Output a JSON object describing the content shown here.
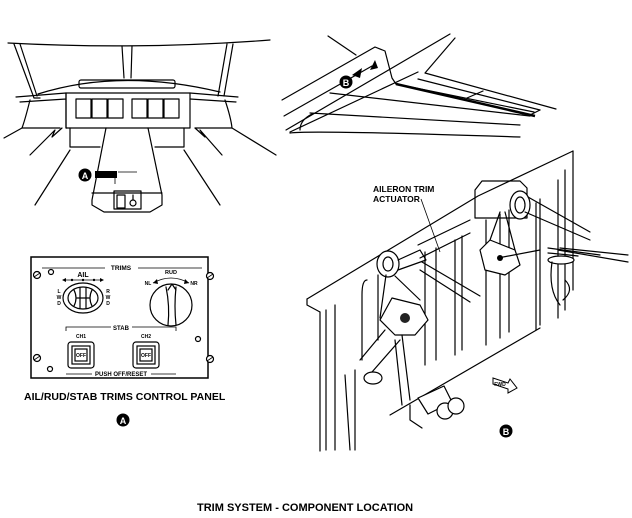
{
  "figure": {
    "title": "TRIM SYSTEM - COMPONENT LOCATION"
  },
  "views": {
    "cockpit": {
      "callout": "A"
    },
    "wing": {
      "callout": "B"
    },
    "panel": {
      "caption": "AIL/RUD/STAB TRIMS CONTROL PANEL",
      "callout": "A",
      "header": "TRIMS",
      "ail_label": "AIL",
      "lwd_label": [
        "L",
        "W",
        "D"
      ],
      "rwd_label": [
        "R",
        "W",
        "D"
      ],
      "rud_label": "RUD",
      "nl_label": "NL",
      "nr_label": "NR",
      "stab_label": "STAB",
      "ch1_label": "CH1",
      "ch2_label": "CH2",
      "ch1_button": "OFF",
      "ch2_button": "OFF",
      "footer": "PUSH OFF/RESET"
    },
    "actuator": {
      "label_line1": "AILERON TRIM",
      "label_line2": "ACTUATOR",
      "fwd_label": "FWD",
      "callout": "B"
    }
  }
}
